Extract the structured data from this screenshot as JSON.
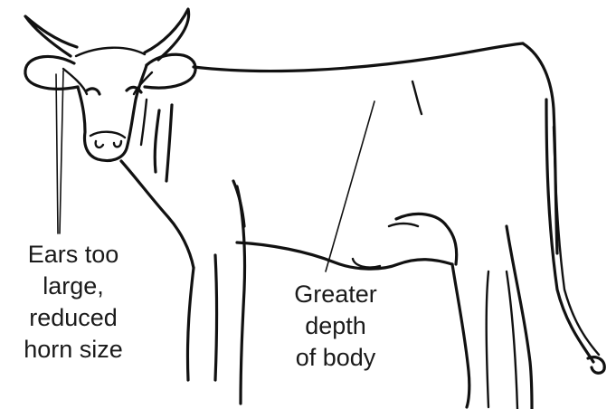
{
  "labels": {
    "ears": {
      "line1": "Ears too",
      "line2": "large,",
      "line3": "reduced",
      "line4": "horn size"
    },
    "depth": {
      "line1": "Greater",
      "line2": "depth",
      "line3": "of body"
    }
  },
  "colors": {
    "ink": "#111111",
    "background": "#ffffff"
  }
}
